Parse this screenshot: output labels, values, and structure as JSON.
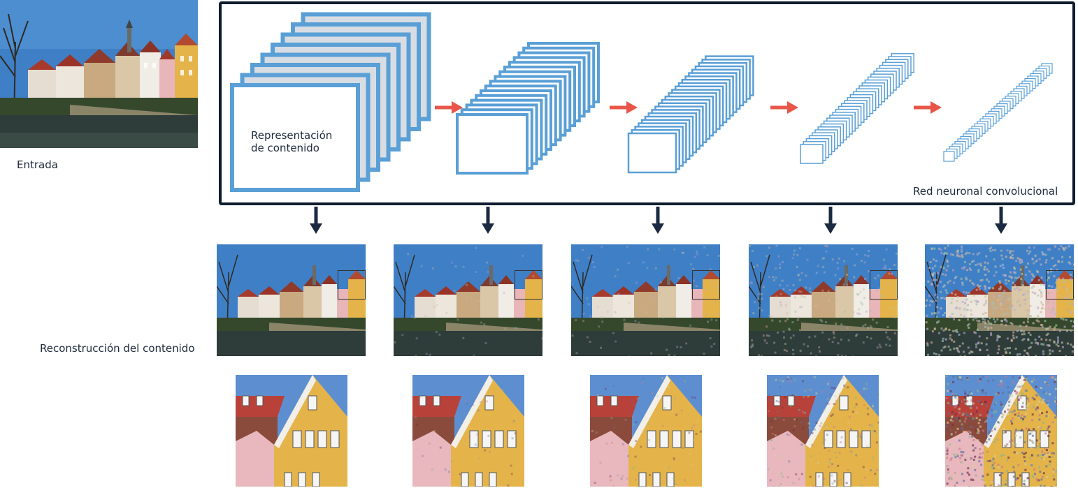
{
  "input_label": "Entrada",
  "reconstruction_label": "Reconstrucción del contenido",
  "cnn_label": "Red neuronal convolucional",
  "content_rep_label_line1": "Representación",
  "content_rep_label_line2": "de contenido",
  "colors": {
    "frame": "#0f1c2e",
    "layer_stroke": "#5a9fd6",
    "layer_fill_back": "#d8dde3",
    "forward_arrow": "#e8564a",
    "down_arrow": "#1b2a40",
    "sky": "#3f7fc6"
  },
  "stages": [
    {
      "name": "conv1",
      "maps": 8
    },
    {
      "name": "conv2",
      "maps": 16
    },
    {
      "name": "conv3",
      "maps": 24
    },
    {
      "name": "conv4",
      "maps": 32
    },
    {
      "name": "conv5",
      "maps": 36
    }
  ],
  "reconstructions": [
    {
      "layer": "conv1",
      "noise": 0
    },
    {
      "layer": "conv2",
      "noise": 0.05
    },
    {
      "layer": "conv3",
      "noise": 0.1
    },
    {
      "layer": "conv4",
      "noise": 0.25
    },
    {
      "layer": "conv5",
      "noise": 0.7
    }
  ]
}
